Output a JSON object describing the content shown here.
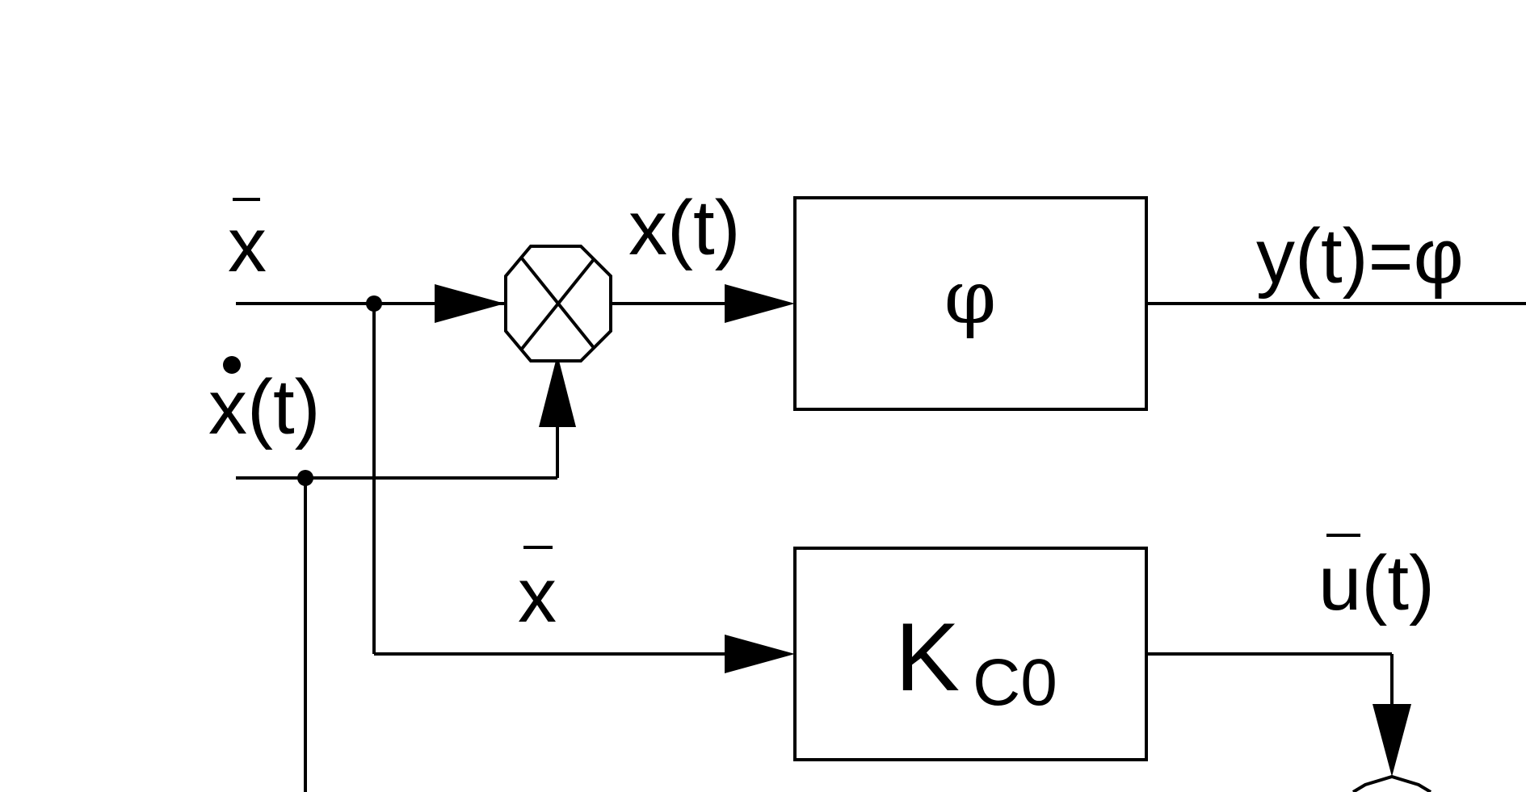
{
  "labels": {
    "x_bar_input": "x",
    "x_dot_input": "x(t)",
    "x_t": "x(t)",
    "x_bar_lower": "x",
    "y_t": "y(t)=φ",
    "u_bar_t": "u(t)"
  },
  "blocks": {
    "phi": "φ",
    "k_main": "K",
    "k_sub": "C0"
  },
  "colors": {
    "line": "#000000",
    "background": "#ffffff"
  }
}
